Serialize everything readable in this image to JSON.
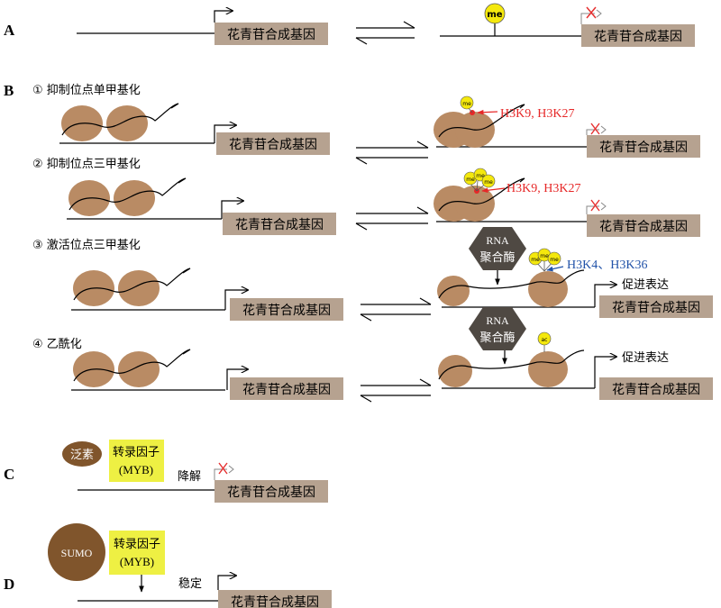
{
  "gene_label": "花青苷合成基因",
  "modification": {
    "methyl": "me",
    "acetyl": "ac"
  },
  "panel_letters": {
    "A": "A",
    "B": "B",
    "C": "C",
    "D": "D"
  },
  "panel_B": {
    "row1_title": "① 抑制位点单甲基化",
    "row2_title": "② 抑制位点三甲基化",
    "row3_title": "③ 激活位点三甲基化",
    "row4_title": "④ 乙酰化",
    "repressive_sites": "H3K9, H3K27",
    "activating_sites": "H3K4、H3K36",
    "rna_pol_line1": "RNA",
    "rna_pol_line2": "聚合酶",
    "promote_expression": "促进表达"
  },
  "panel_C": {
    "ubiquitin": "泛素",
    "tf_line1": "转录因子",
    "tf_line2": "(MYB)",
    "degradation": "降解"
  },
  "panel_D": {
    "sumo": "SUMO",
    "tf_line1": "转录因子",
    "tf_line2": "(MYB)",
    "stabilization": "稳定"
  },
  "colors": {
    "gene_box": "#b6a290",
    "nucleosome": "#b98b64",
    "modification_ball": "#f4e80d",
    "sumo_ubiquitin": "#80552c",
    "polymerase": "#4f4943",
    "transcription_factor_box": "#eef043",
    "repressive_label": "#e62828",
    "activating_label": "#2152a8",
    "blocked_mark": "#e63030"
  }
}
